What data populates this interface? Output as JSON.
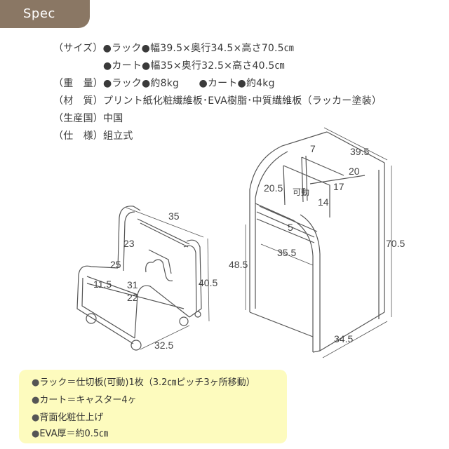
{
  "header": {
    "tab_label": "Spec"
  },
  "spec": {
    "size_rack": "（サイズ）●ラック●幅39.5×奥行34.5×高さ70.5㎝",
    "size_cart": "●カート●幅35×奥行32.5×高さ40.5㎝",
    "weight": "（重　量）●ラック●約8kg　　●カート●約4kg",
    "material": "（材　質）プリント紙化粧繊維板･EVA樹脂･中質繊維板（ラッカー塗装）",
    "origin": "（生産国）中国",
    "spec_type": "（仕　様）組立式"
  },
  "cart_dims": {
    "width": "35",
    "height": "40.5",
    "depth": "32.5",
    "inner_height": "23",
    "inner_depth": "25",
    "back_depth": "11.5",
    "inner_width": "31",
    "inner_height2": "22"
  },
  "rack_dims": {
    "top_width": "39.5",
    "height": "70.5",
    "depth": "34.5",
    "shelf_top": "7",
    "shelf_upper": "20",
    "shelf_mid": "17",
    "shelf_lower": "14",
    "side_height": "20.5",
    "movable_label": "可動",
    "front_shelf": "5",
    "knee_height": "48.5",
    "knee_depth": "35.5"
  },
  "notes": {
    "bullet": "●",
    "items": [
      "ラック＝仕切板(可動)1枚（3.2㎝ピッチ3ヶ所移動）",
      "カート＝キャスター4ヶ",
      "背面化粧仕上げ",
      "EVA厚＝約0.5㎝"
    ]
  },
  "colors": {
    "tab": "#8a7764",
    "note_background": "#fdfbbe",
    "line": "#555555"
  }
}
